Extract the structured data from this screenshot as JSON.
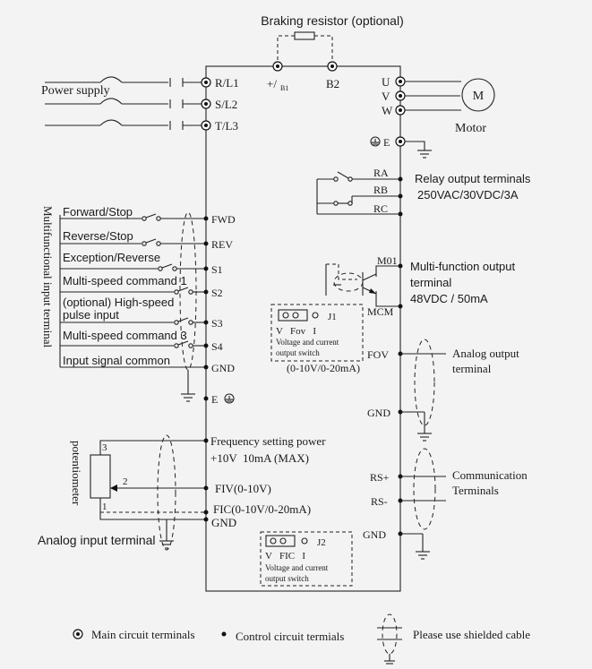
{
  "title": "Braking resistor (optional)",
  "power_supply": "Power supply",
  "main_terminals": {
    "r": "R/L1",
    "s": "S/L2",
    "t": "T/L3",
    "plus": "+/",
    "plus_sub": "B1",
    "b2": "B2",
    "u": "U",
    "v": "V",
    "w": "W",
    "e": "E"
  },
  "motor": {
    "symbol": "M",
    "label": "Motor"
  },
  "relay": {
    "ra": "RA",
    "rb": "RB",
    "rc": "RC",
    "label_line1": "Relay output terminals",
    "label_line2": "250VAC/30VDC/3A"
  },
  "mfo": {
    "m01": "M01",
    "mcm": "MCM",
    "label_line1": "Multi-function output",
    "label_line2": "terminal",
    "label_line3": "48VDC / 50mA"
  },
  "j1": {
    "name": "J1",
    "pins": "V   Fov   I",
    "line1": "Voltage and current",
    "line2": "output switch",
    "range": "(0-10V/0-20mA)"
  },
  "analog_out": {
    "fov": "FOV",
    "gnd": "GND",
    "line1": "Analog output",
    "line2": "terminal"
  },
  "comm": {
    "rsp": "RS+",
    "rsm": "RS-",
    "gnd": "GND",
    "line1": "Communication",
    "line2": "Terminals"
  },
  "inputs": {
    "vertical_label": "Multifunctional input terminal",
    "fwd_label": "Forward/Stop",
    "fwd": "FWD",
    "rev_label": "Reverse/Stop",
    "rev": "REV",
    "s1_label": "Exception/Reverse",
    "s1": "S1",
    "s2_label": "Multi-speed command 1",
    "s2": "S2",
    "s3_label_line1": "(optional) High-speed",
    "s3_label_line2": "pulse input",
    "s3": "S3",
    "s4_label": "Multi-speed command 3",
    "s4": "S4",
    "gnd_label": "Input signal common",
    "gnd": "GND",
    "e": "E"
  },
  "analog_in": {
    "pot_label": "potentiometer",
    "pin3": "3",
    "pin2": "2",
    "pin1": "1",
    "power_line1": "Frequency setting power",
    "power_line2": "+10V  10mA (MAX)",
    "fiv": "FIV(0-10V)",
    "fic": "FIC(0-10V/0-20mA)",
    "gnd": "GND",
    "label": "Analog input terminal"
  },
  "j2": {
    "name": "J2",
    "pins": "V   FIC   I",
    "line1": "Voltage and current",
    "line2": "output switch"
  },
  "legend": {
    "main": "Main circuit terminals",
    "control": "Control circuit termials",
    "shield": "Please use shielded cable"
  }
}
